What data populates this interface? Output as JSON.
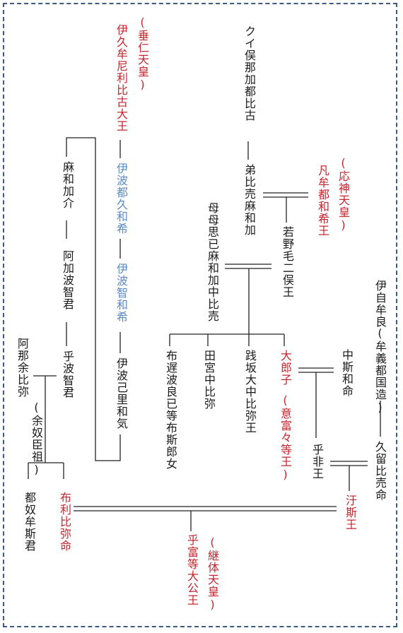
{
  "colors": {
    "frame": "#3a5a84",
    "line": "#222222",
    "red": "#c4262d",
    "blue": "#5b8bc4",
    "black": "#1a1a1a"
  },
  "persons": {
    "suinin_note": "(垂仁天皇)",
    "suinin_name": "伊久牟尼利比古大王",
    "kui": "クイ俣那加都比古",
    "oto": "弟比売麻和加",
    "ojin_note": "(応神天皇)",
    "ojin_name": "凡牟都和希王",
    "wakano": "若野毛二俣王",
    "haha": "母母思已麻和加中比売",
    "iwatsuku": "伊波都久和希",
    "iwachi": "伊波智和希",
    "iwakori": "伊波己里和気",
    "mawaka": "麻和加介",
    "akaha": "阿加波智君",
    "ohachi": "乎波智君",
    "anayo": "阿那余比弥",
    "anayo_note": "(余奴臣祖)",
    "tsunamu": "都奴牟斯君",
    "furi": "布利比弥命",
    "fure": "布遅波良已等布斯郎女",
    "tamiya": "田宮中比弥",
    "sakasaka": "践坂大中比弥王",
    "oiratsuko": "大郎子",
    "oiratsuko_note": "(意富々等王)",
    "nakashi": "中斯和命",
    "ohi": "乎非王",
    "ijimura": "伊自牟良",
    "ijimura_note": "(牟義都国造)",
    "kuruhi": "久留比売命",
    "ushi": "汙斯王",
    "keitai_note": "(継体天皇)",
    "keitai_name": "乎富等大公王"
  }
}
